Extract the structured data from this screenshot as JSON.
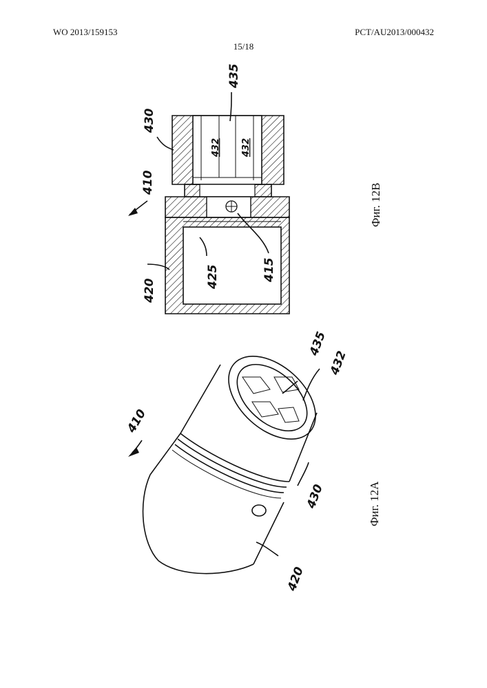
{
  "header": {
    "left": "WO 2013/159153",
    "right": "PCT/AU2013/000432",
    "page": "15/18"
  },
  "fig_12a": {
    "caption": "Фиг. 12A",
    "labels": {
      "assembly": "410",
      "socket_end": "420",
      "drive_end": "430",
      "recess": "435",
      "spline": "432"
    }
  },
  "fig_12b": {
    "caption": "Фиг. 12B",
    "labels": {
      "assembly": "410",
      "drive_end": "430",
      "recess": "435",
      "spline_upper": "432",
      "spline_lower": "432",
      "socket_end": "420",
      "bore": "425",
      "hole": "415"
    }
  }
}
